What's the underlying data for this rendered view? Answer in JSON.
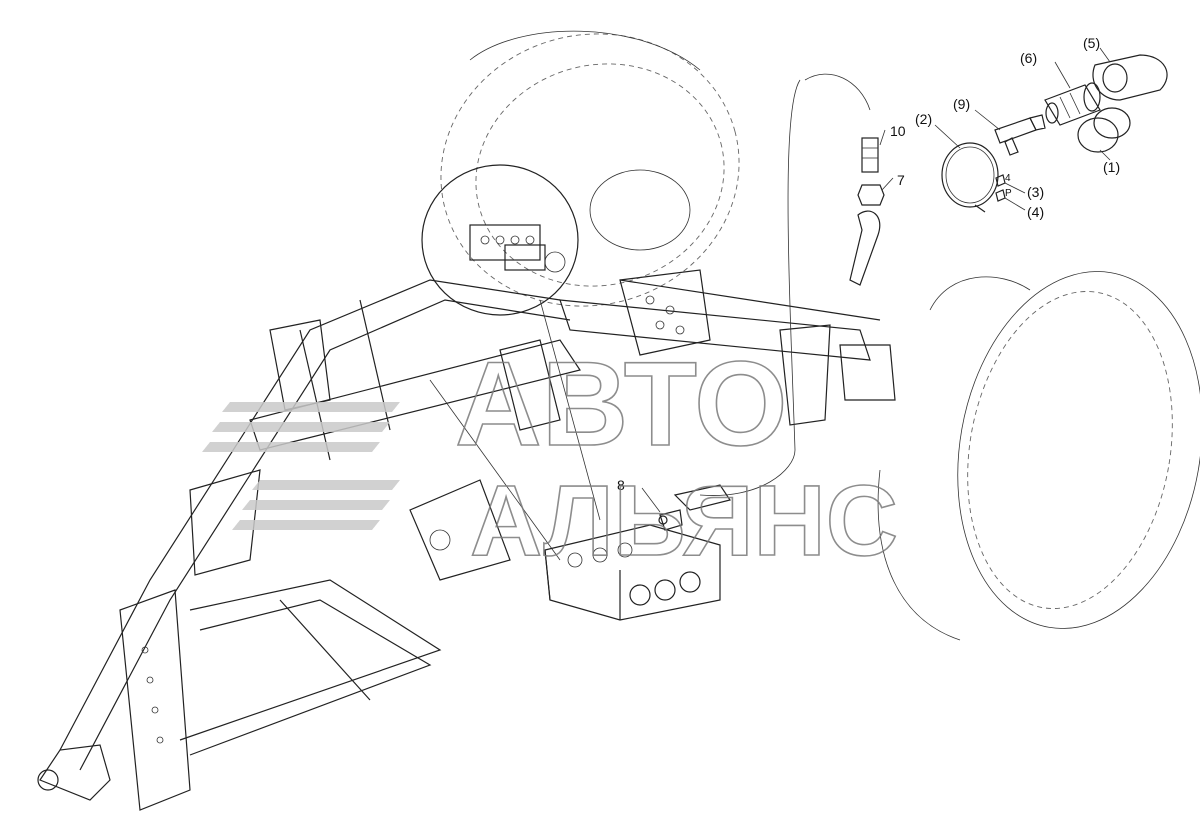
{
  "callouts": {
    "c1": "(1)",
    "c2": "(2)",
    "c3": "(3)",
    "c4": "(4)",
    "c5": "(5)",
    "c6": "(6)",
    "c9": "(9)",
    "c10": "10",
    "c7": "7",
    "c8": "8",
    "small_4": "4",
    "small_p": "P"
  },
  "watermark": {
    "line1": "АВТО",
    "line2": "АЛЬЯНС"
  },
  "colors": {
    "line": "#222222",
    "watermark": "#7a7a7a"
  }
}
